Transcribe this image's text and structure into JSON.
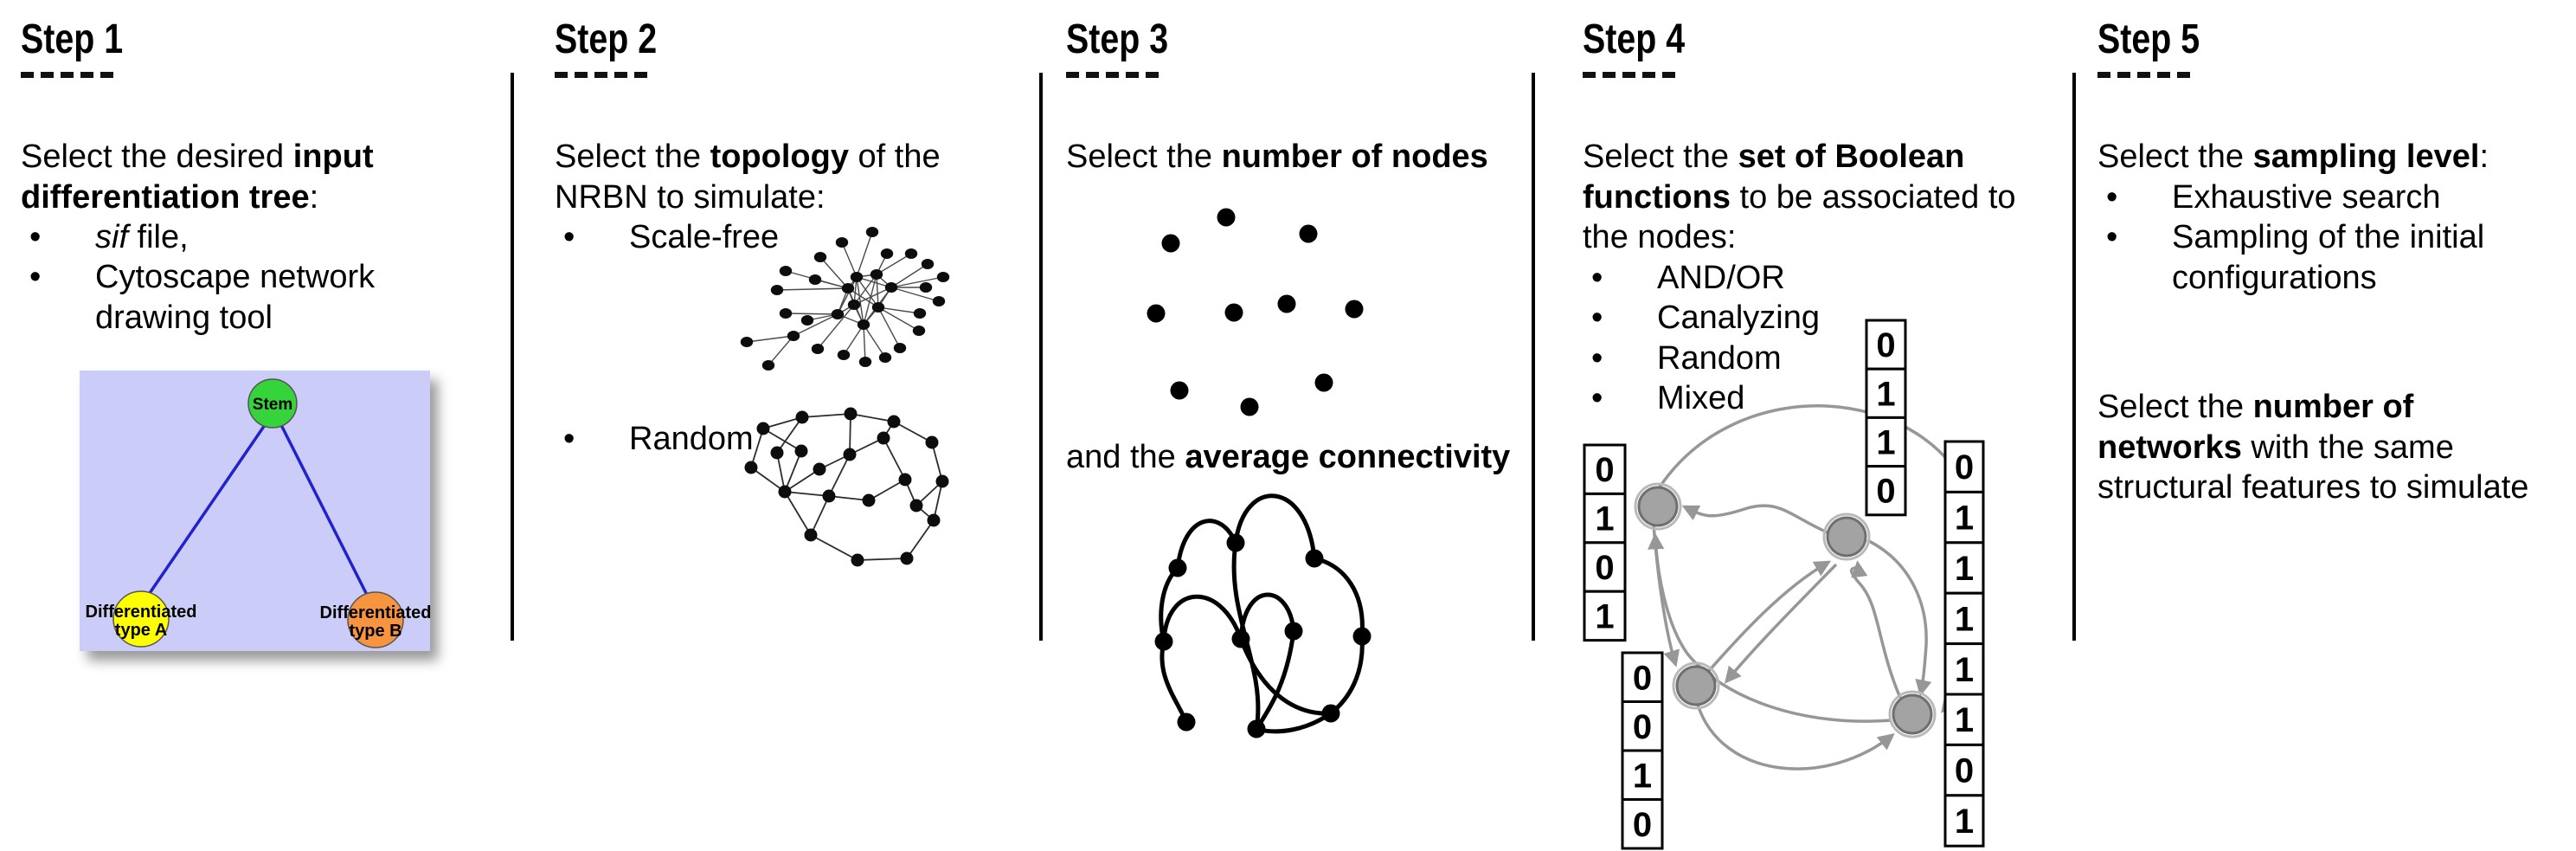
{
  "figure_type": "five-step workflow diagram",
  "columns": [
    {
      "header": "Step 1",
      "para": [
        {
          "t": "Select the desired "
        },
        {
          "t": "input\ndifferentiation tree",
          "b": true
        },
        {
          "t": ":"
        }
      ],
      "bullets": [
        [
          {
            "t": "sif",
            "i": true
          },
          {
            "t": " file,"
          }
        ],
        [
          {
            "t": "Cytoscape network\ndrawing tool"
          }
        ]
      ],
      "tree": {
        "background": "#ccccf8",
        "edge_color": "#2222cc",
        "nodes": [
          {
            "label": "Stem",
            "color": "#35d43a"
          },
          {
            "label": "Differentiated\ntype A",
            "color": "#ffff00"
          },
          {
            "label": "Differentiated\ntype B",
            "color": "#f79440"
          }
        ]
      }
    },
    {
      "header": "Step 2",
      "para": [
        {
          "t": "Select the "
        },
        {
          "t": "topology",
          "b": true
        },
        {
          "t": " of the\nNRBN to simulate:"
        }
      ],
      "bullets": [
        [
          {
            "t": "Scale-free"
          }
        ],
        [
          {
            "t": "Random"
          }
        ]
      ]
    },
    {
      "header": "Step 3",
      "para": [
        {
          "t": "Select the "
        },
        {
          "t": "number of nodes",
          "b": true
        }
      ],
      "para2": [
        {
          "t": "and the "
        },
        {
          "t": "average connectivity",
          "b": true
        }
      ]
    },
    {
      "header": "Step 4",
      "para": [
        {
          "t": "Select the "
        },
        {
          "t": "set of Boolean\nfunctions",
          "b": true
        },
        {
          "t": " to be associated to\nthe nodes:"
        }
      ],
      "bullets": [
        [
          {
            "t": "AND/OR"
          }
        ],
        [
          {
            "t": "Canalyzing"
          }
        ],
        [
          {
            "t": "Random"
          }
        ],
        [
          {
            "t": "Mixed"
          }
        ]
      ],
      "tables": [
        {
          "name": "left-node-function-table",
          "values": [
            "0",
            "1",
            "0",
            "1"
          ]
        },
        {
          "name": "bottom-node-function-table",
          "values": [
            "0",
            "0",
            "1",
            "0"
          ]
        },
        {
          "name": "top-node-function-table",
          "values": [
            "0",
            "1",
            "1",
            "0"
          ]
        },
        {
          "name": "right-node-function-table",
          "values": [
            "0",
            "1",
            "1",
            "1",
            "1",
            "1",
            "0",
            "1"
          ]
        }
      ]
    },
    {
      "header": "Step 5",
      "para": [
        {
          "t": "Select the "
        },
        {
          "t": "sampling level",
          "b": true
        },
        {
          "t": ":"
        }
      ],
      "bullets": [
        [
          {
            "t": "Exhaustive search"
          }
        ],
        [
          {
            "t": "Sampling of the initial\nconfigurations"
          }
        ]
      ],
      "para2": [
        {
          "t": "Select the "
        },
        {
          "t": "number of\nnetworks",
          "b": true
        },
        {
          "t": " with the same\nstructural features to simulate"
        }
      ]
    }
  ]
}
